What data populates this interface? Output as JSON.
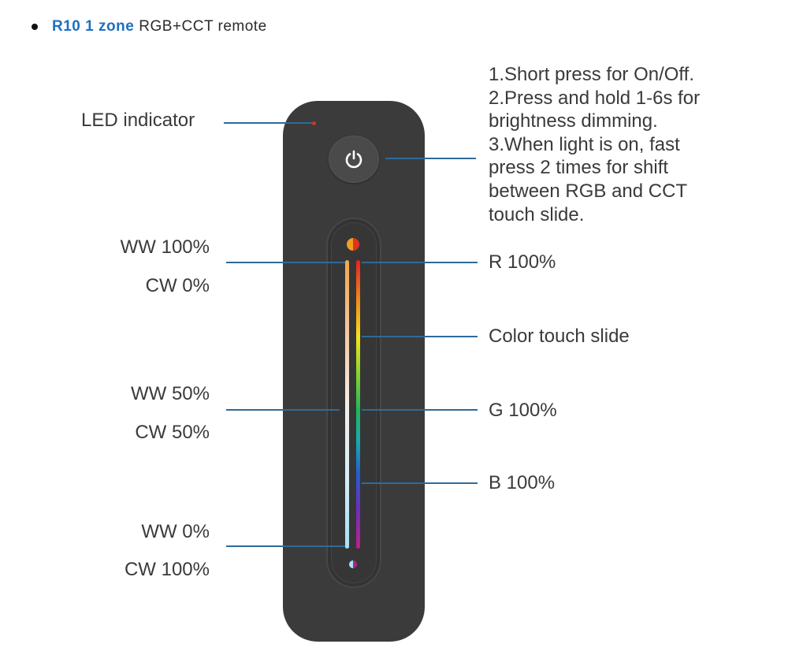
{
  "heading": {
    "model": "R10 1 zone",
    "rest": "RGB+CCT remote"
  },
  "labels": {
    "led_indicator": "LED indicator",
    "ww_100": "WW 100%",
    "cw_0": "CW 0%",
    "ww_50": "WW 50%",
    "cw_50": "CW 50%",
    "ww_0": "WW 0%",
    "cw_100": "CW 100%",
    "r_100": "R 100%",
    "color_touch_slide": "Color touch slide",
    "g_100": "G 100%",
    "b_100": "B 100%"
  },
  "instructions": [
    "1.Short press for On/Off.",
    "2.Press and hold 1-6s for",
    "brightness dimming.",
    "3.When light is on, fast",
    "press 2 times for shift",
    "between RGB and CCT",
    "touch slide."
  ],
  "colors": {
    "accent_blue": "#1f6fbf",
    "line_blue": "#2f6a99",
    "remote_body": "#3b3b3b",
    "led_red": "#d9302a"
  },
  "icons": {
    "power_button": "power-icon"
  }
}
